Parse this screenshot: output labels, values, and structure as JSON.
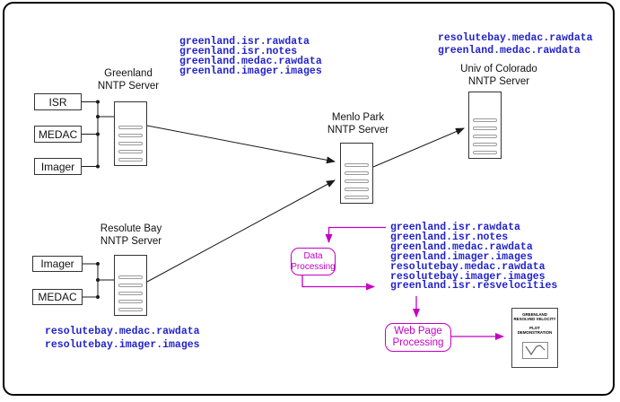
{
  "colors": {
    "blue": "#2222cc",
    "magenta": "#c400c4"
  },
  "servers": {
    "greenland": {
      "label1": "Greenland",
      "label2": "NNTP Server"
    },
    "resolutebay": {
      "label1": "Resolute Bay",
      "label2": "NNTP Server"
    },
    "menlopark": {
      "label1": "Menlo Park",
      "label2": "NNTP Server"
    },
    "colorado": {
      "label1": "Univ of Colorado",
      "label2": "NNTP Server"
    }
  },
  "instruments": {
    "greenland": [
      "ISR",
      "MEDAC",
      "Imager"
    ],
    "resolutebay": [
      "Imager",
      "MEDAC"
    ]
  },
  "newsgroups": {
    "greenland_feed": [
      "greenland.isr.rawdata",
      "greenland.isr.notes",
      "greenland.medac.rawdata",
      "greenland.imager.images"
    ],
    "colorado_feed": [
      "resolutebay.medac.rawdata",
      "greenland.medac.rawdata"
    ],
    "menlopark_feed": [
      "greenland.isr.rawdata",
      "greenland.isr.notes",
      "greenland.medac.rawdata",
      "greenland.imager.images",
      "resolutebay.medac.rawdata",
      "resolutebay.imager.images",
      "greenland.isr.resvelocities"
    ],
    "resolutebay_feed": [
      "resolutebay.medac.rawdata",
      "resolutebay.imager.images"
    ]
  },
  "processes": {
    "data_processing": {
      "line1": "Data",
      "line2": "Processing"
    },
    "web_page_processing": {
      "line1": "Web Page",
      "line2": "Processing"
    }
  },
  "output_page": {
    "line1": "GREENLAND",
    "line2": "RESOLVED VELOCITY",
    "line3": "PLOT DEMONSTRATION"
  }
}
